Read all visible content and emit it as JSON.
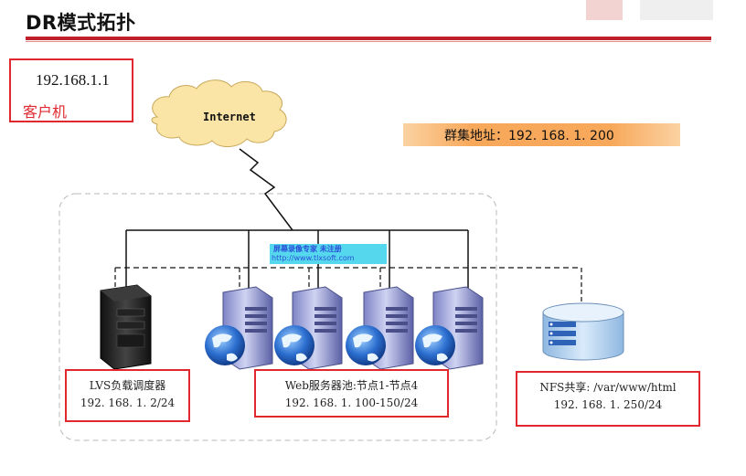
{
  "title": "DR模式拓扑",
  "client": {
    "ip": "192.168.1.1",
    "label": "客户机"
  },
  "internet_label": "Internet",
  "cluster_address": "群集地址：192. 168. 1. 200",
  "watermark": {
    "line1": "屏幕录像专家      未注册",
    "line2": "http://www.tlxsoft.com"
  },
  "nodes": {
    "lvs": {
      "name": "LVS负载调度器",
      "ip": "192. 168. 1. 2/24"
    },
    "web": {
      "name": "Web服务器池:节点1-节点4",
      "ip": "192. 168. 1. 100-150/24"
    },
    "nfs": {
      "name": "NFS共享: /var/www/html",
      "ip": "192. 168. 1. 250/24"
    }
  },
  "colors": {
    "accent_red": "#e0282e",
    "title_rule": "#c0202a",
    "cluster_bar": "#f7a85a",
    "cloud": "#fbe5a6"
  }
}
